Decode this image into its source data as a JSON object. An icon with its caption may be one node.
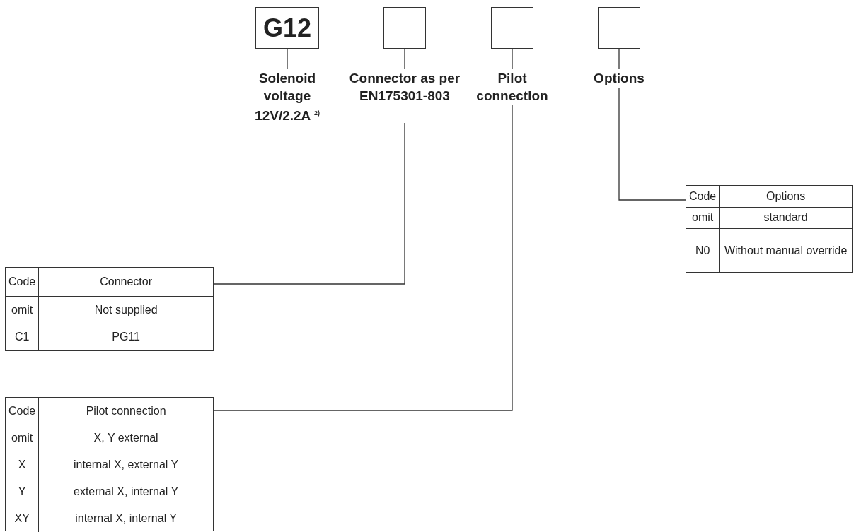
{
  "diagram": {
    "nodes": [
      {
        "text": [
          "G12"
        ]
      },
      {
        "text": [
          "Solenoid voltage 12V/2.2A $^{2)}$"
        ]
      },
      {
        "text": [],
        "shape": "box"
      },
      {
        "text": [
          "Connector as per EN175301-803"
        ]
      },
      {
        "text": [],
        "shape": "box"
      },
      {
        "text": [
          "Pilot connection"
        ]
      },
      {
        "text": [],
        "shape": "box"
      },
      {
        "text": [
          "Options"
        ]
      },
      {
        "text": [
          "Code",
          "Options",
          "omit",
          "standard",
          "N0",
          "Without manual override"
        ]
      },
      {
        "text": [
          "Code",
          "Connector",
          "omit",
          "Not supplied",
          "C1",
          "PG11"
        ]
      },
      {
        "text": [
          "Code",
          "Pilot connection",
          "omit",
          "X, Y external",
          "X",
          "internal X, external Y",
          "Y",
          "external X, internal Y",
          "XY",
          "internal X, internal Y"
        ]
      }
    ],
    "edges": [
      {
        "from": 0,
        "to": 1,
        "arrow": "none"
      },
      {
        "from": 2,
        "to": 3,
        "arrow": "none"
      },
      {
        "from": 4,
        "to": 5,
        "arrow": "none"
      },
      {
        "from": 6,
        "to": 7,
        "arrow": "none"
      },
      {
        "from": 7,
        "to": 8,
        "arrow": "none"
      },
      {
        "from": 3,
        "to": 9,
        "arrow": "none"
      },
      {
        "from": 5,
        "to": 10,
        "arrow": "none"
      }
    ]
  }
}
